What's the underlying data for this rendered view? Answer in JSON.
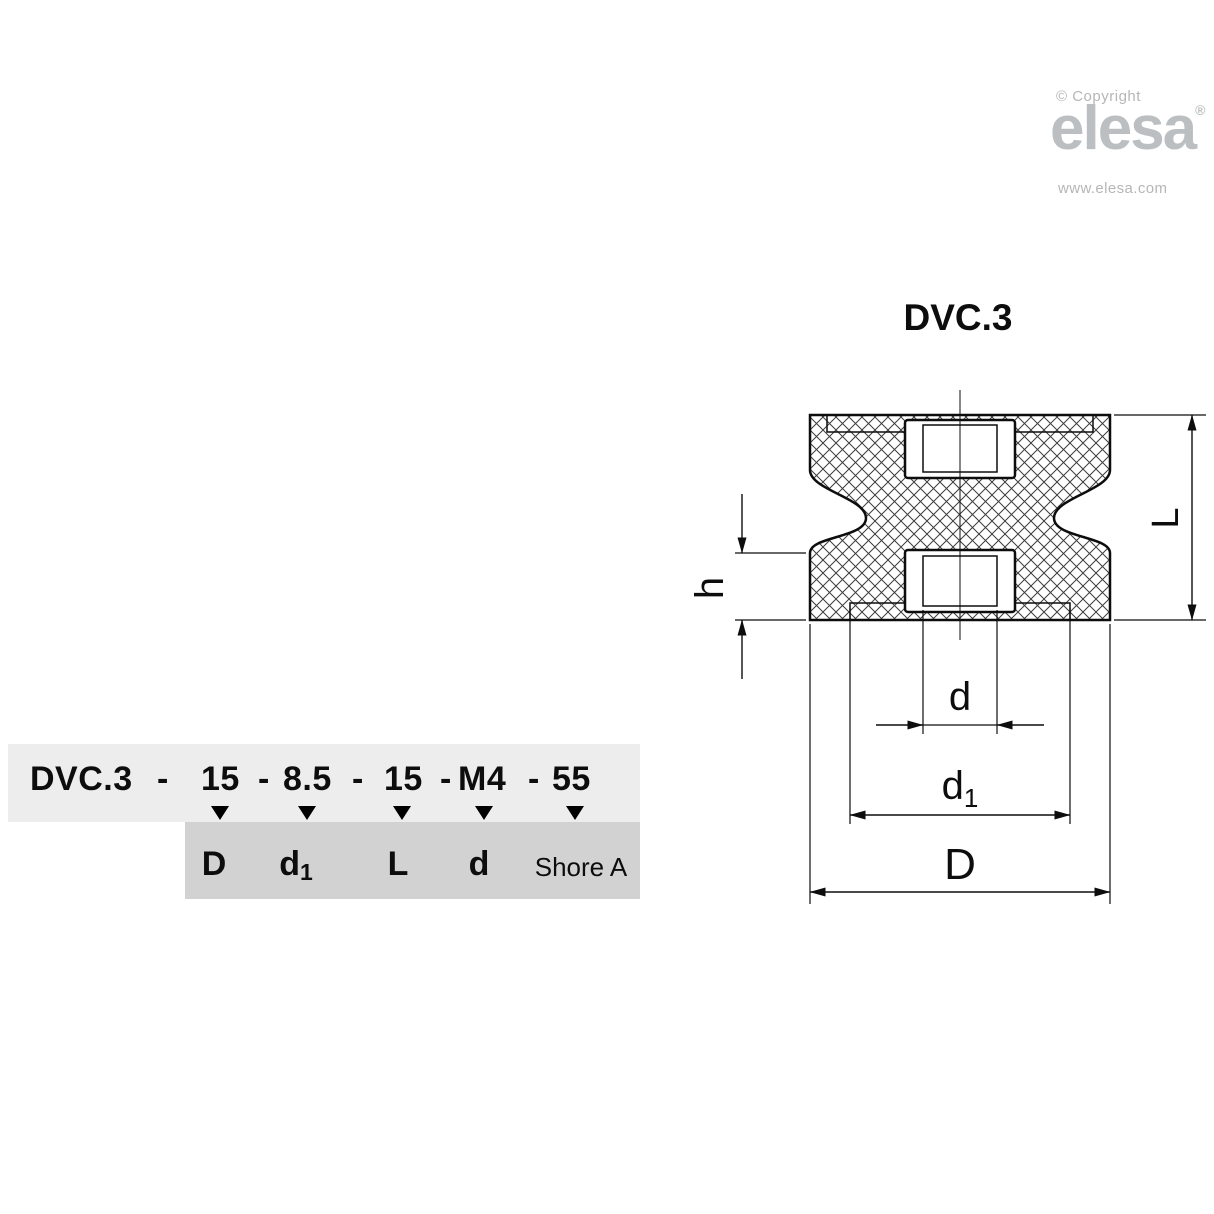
{
  "branding": {
    "copyright": "© Copyright",
    "logo_text": "elesa",
    "registered": "®",
    "website": "www.elesa.com"
  },
  "drawing": {
    "title": "DVC.3",
    "labels": {
      "L": "L",
      "h": "h",
      "d": "d",
      "d1_base": "d",
      "d1_sub": "1",
      "D": "D"
    }
  },
  "ordering": {
    "code_parts": [
      "DVC.3",
      "-",
      "15",
      "-",
      "8.5",
      "-",
      "15",
      "-",
      "M4",
      "-",
      "55"
    ],
    "labels": {
      "D": "D",
      "d1_base": "d",
      "d1_sub": "1",
      "L": "L",
      "d": "d",
      "shore": "Shore A"
    }
  }
}
